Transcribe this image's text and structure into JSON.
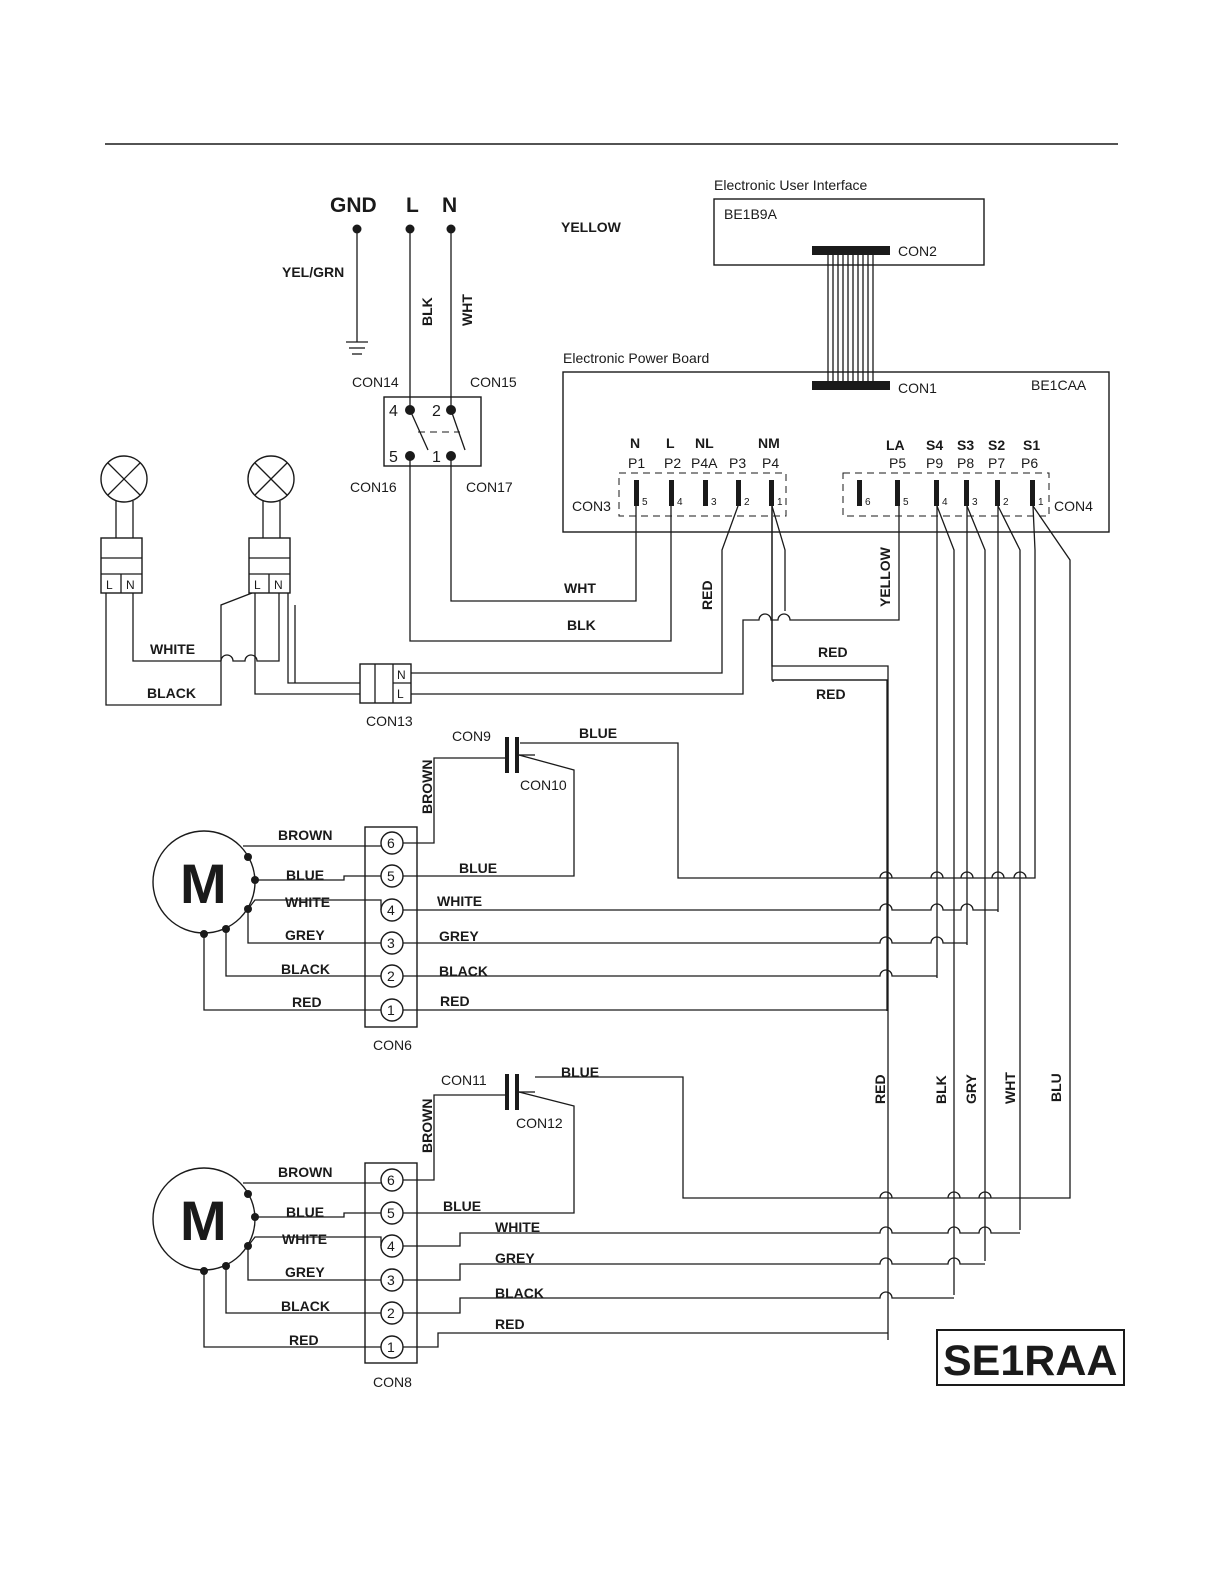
{
  "supply": {
    "gnd": "GND",
    "l": "L",
    "n": "N",
    "yelgrn": "YEL/GRN",
    "blk": "BLK",
    "wht": "WHT"
  },
  "switch": {
    "con14": "CON14",
    "con15": "CON15",
    "con16": "CON16",
    "con17": "CON17",
    "pin4": "4",
    "pin2": "2",
    "pin5": "5",
    "pin1": "1"
  },
  "ui_board": {
    "title": "Electronic User Interface",
    "model": "BE1B9A",
    "con2": "CON2"
  },
  "yellow_label": "YELLOW",
  "power_board": {
    "title": "Electronic Power Board",
    "model": "BE1CAA",
    "con1": "CON1",
    "con3": "CON3",
    "con4": "CON4",
    "left_group": [
      {
        "sig": "N",
        "pin": "P1",
        "num": "5"
      },
      {
        "sig": "L",
        "pin": "P2",
        "num": "4"
      },
      {
        "sig": "NL",
        "pin": "P4A",
        "num": "3"
      },
      {
        "sig": "",
        "pin": "P3",
        "num": "2"
      },
      {
        "sig": "NM",
        "pin": "P4",
        "num": "1"
      }
    ],
    "right_group": [
      {
        "sig": "",
        "pin": "",
        "num": "6"
      },
      {
        "sig": "LA",
        "pin": "P5",
        "num": "5"
      },
      {
        "sig": "S4",
        "pin": "P9",
        "num": "4"
      },
      {
        "sig": "S3",
        "pin": "P8",
        "num": "3"
      },
      {
        "sig": "S2",
        "pin": "P7",
        "num": "2"
      },
      {
        "sig": "S1",
        "pin": "P6",
        "num": "1"
      }
    ]
  },
  "lamps": {
    "l": "L",
    "n": "N",
    "white": "WHITE",
    "black": "BLACK"
  },
  "con13": {
    "label": "CON13",
    "n": "N",
    "l": "L"
  },
  "wires": {
    "wht": "WHT",
    "blk": "BLK",
    "red": "RED",
    "yellow": "YELLOW",
    "red_a": "RED",
    "red_b": "RED"
  },
  "motor1": {
    "m": "M",
    "con": "CON6",
    "capa": "CON9",
    "capb": "CON10",
    "brown": "BROWN",
    "cap_blue": "BLUE",
    "pins": [
      "6",
      "5",
      "4",
      "3",
      "2",
      "1"
    ],
    "left": [
      "BROWN",
      "BLUE",
      "WHITE",
      "GREY",
      "BLACK",
      "RED"
    ],
    "right": [
      "BLUE",
      "WHITE",
      "GREY",
      "BLACK",
      "RED"
    ]
  },
  "motor2": {
    "m": "M",
    "con": "CON8",
    "capa": "CON11",
    "capb": "CON12",
    "brown": "BROWN",
    "cap_blue": "BLUE",
    "pins": [
      "6",
      "5",
      "4",
      "3",
      "2",
      "1"
    ],
    "left": [
      "BROWN",
      "BLUE",
      "WHITE",
      "GREY",
      "BLACK",
      "RED"
    ],
    "right": [
      "BLUE",
      "WHITE",
      "GREY",
      "BLACK",
      "RED"
    ]
  },
  "vertical_labels": {
    "red": "RED",
    "blk": "BLK",
    "gry": "GRY",
    "wht": "WHT",
    "blu": "BLU"
  },
  "model": "SE1RAA"
}
